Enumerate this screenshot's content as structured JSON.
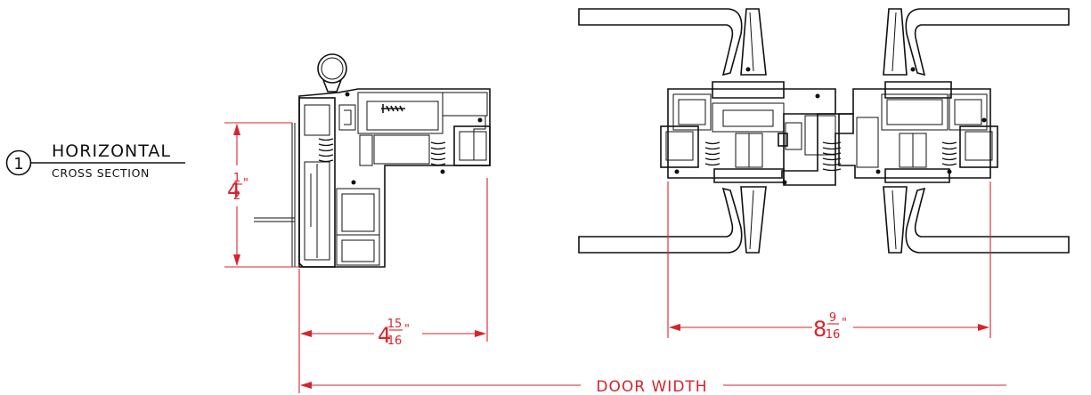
{
  "section_label": {
    "number": "1",
    "title": "HORIZONTAL",
    "subtitle": "CROSS SECTION"
  },
  "dimensions": {
    "height_whole": "4",
    "height_num": "1",
    "height_den": "2",
    "height_unit": "\"",
    "depth_whole": "4",
    "depth_num": "15",
    "depth_den": "16",
    "depth_unit": "\"",
    "span_whole": "8",
    "span_num": "9",
    "span_den": "16",
    "span_unit": "\"",
    "door_width": "DOOR WIDTH"
  },
  "colors": {
    "line": "#111111",
    "dimension": "#d9232a"
  }
}
